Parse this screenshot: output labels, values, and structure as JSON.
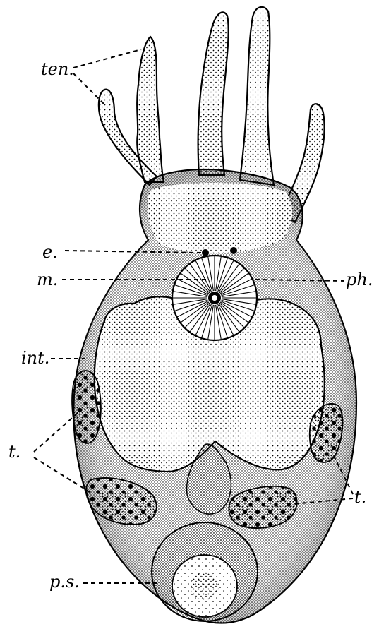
{
  "figure": {
    "labels": {
      "ten": "ten.",
      "e": "e.",
      "m": "m.",
      "ph": "ph.",
      "int": "int.",
      "t_left": "t.",
      "t_right": "t.",
      "ps": "p.s."
    },
    "colors": {
      "ink": "#000000",
      "paper": "#ffffff"
    }
  }
}
